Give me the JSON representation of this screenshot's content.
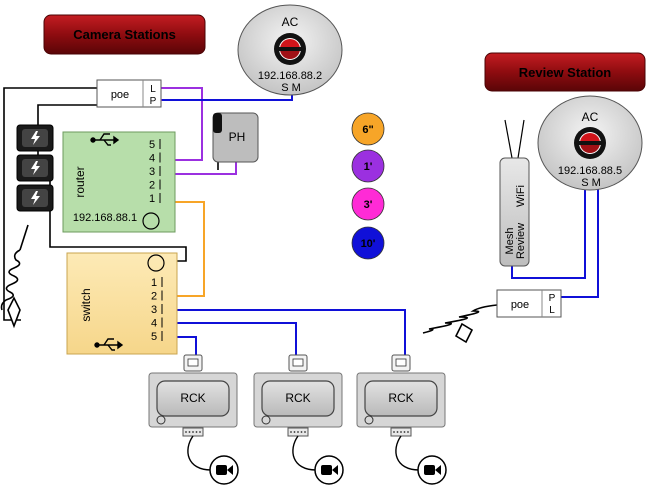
{
  "banners": {
    "camera_stations": "Camera Stations",
    "review_station": "Review Station"
  },
  "ac_left": {
    "title": "AC",
    "ip": "192.168.88.2",
    "ports": "S M"
  },
  "ac_right": {
    "title": "AC",
    "ip": "192.168.88.5",
    "ports": "S M"
  },
  "poe_left": {
    "label": "poe",
    "port_l": "L",
    "port_p": "P"
  },
  "poe_right": {
    "label": "poe",
    "port_p": "P",
    "port_l": "L"
  },
  "router": {
    "label": "router",
    "ip": "192.168.88.1",
    "ports": [
      "5",
      "4",
      "3",
      "2",
      "1"
    ]
  },
  "switch": {
    "label": "switch",
    "ports": [
      "1",
      "2",
      "3",
      "4",
      "5"
    ]
  },
  "ph": {
    "label": "PH"
  },
  "mesh": {
    "label_1": "Mesh",
    "label_2": "Review",
    "label_3": "WiFi"
  },
  "cable_legend": [
    {
      "label": "6\"",
      "color": "#f7a528"
    },
    {
      "label": "1'",
      "color": "#9b30e0"
    },
    {
      "label": "3'",
      "color": "#ff2bd6"
    },
    {
      "label": "10'",
      "color": "#1010d8"
    }
  ],
  "rck_units": [
    {
      "label": "RCK"
    },
    {
      "label": "RCK"
    },
    {
      "label": "RCK"
    }
  ],
  "colors": {
    "banner_red": "#9a0d12",
    "router_green": "#b7deaa",
    "switch_yellow": "#fbe2a0",
    "wire_orange": "#f7a528",
    "wire_purple": "#9b30e0",
    "wire_blue": "#1010d8"
  }
}
